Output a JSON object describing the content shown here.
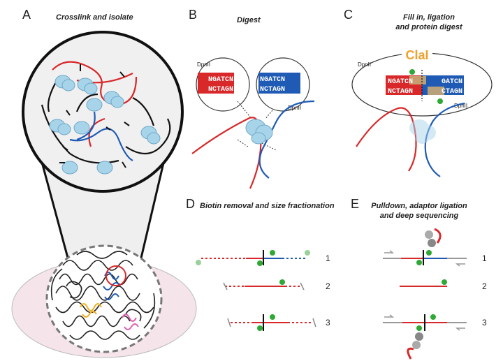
{
  "panels": {
    "a": {
      "letter": "A",
      "title": "Crosslink and isolate"
    },
    "b": {
      "letter": "B",
      "title": "Digest",
      "enzyme_left": "DpnII",
      "enzyme_right": "DpnII",
      "seq_left_top": "NGATCN",
      "seq_left_bottom": "NCTAGN",
      "seq_right_top": "NGATCN",
      "seq_right_bottom": "NCTAGN"
    },
    "c": {
      "letter": "C",
      "title_line1": "Fill in, ligation",
      "title_line2": "and protein digest",
      "enzyme_center": "ClaI",
      "enzyme_left": "DpnII",
      "enzyme_right": "DpnII",
      "seq_left_top": "NGATCN",
      "seq_left_bottom": "NCTAGN",
      "seq_right_top": "GATCN",
      "seq_right_bottom": "CTAGN"
    },
    "d": {
      "letter": "D",
      "title": "Biotin removal and size fractionation",
      "rows": [
        "1",
        "2",
        "3"
      ]
    },
    "e": {
      "letter": "E",
      "title_line1": "Pulldown, adaptor ligation",
      "title_line2": "and deep sequencing",
      "rows": [
        "1",
        "2",
        "3"
      ]
    }
  },
  "colors": {
    "red_dna": "#d8282a",
    "blue_dna": "#1f5bb5",
    "protein": "#a8d4ea",
    "biotin": "#2fa836",
    "clai": "#f0a030"
  }
}
